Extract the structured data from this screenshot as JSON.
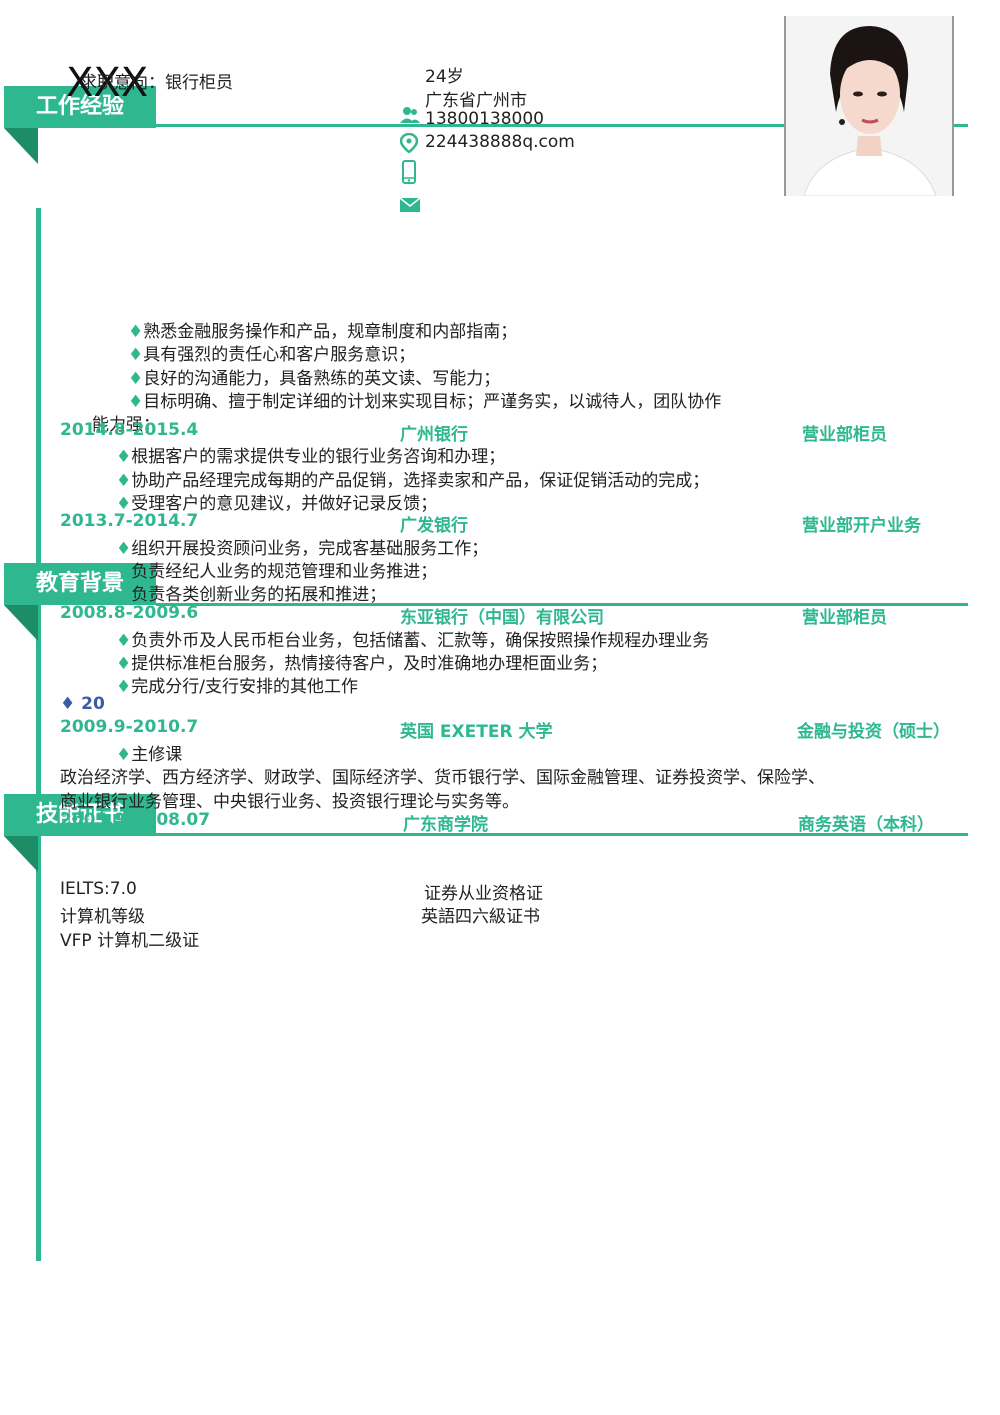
{
  "header": {
    "name": "XXX",
    "intent": "求职意向：银行柜员",
    "age": "24岁",
    "location": "广东省广州市",
    "phone": "13800138000",
    "email": "224438888q.com"
  },
  "icons": [
    "user-icon",
    "location-icon",
    "phone-icon",
    "mail-icon"
  ],
  "sections": {
    "work": "工作经验",
    "education": "教育背景",
    "skills": "技能证书"
  },
  "summary": [
    "熟悉金融服务操作和产品，规章制度和内部指南；",
    "具有强烈的责任心和客户服务意识；",
    "良好的沟通能力，具备熟练的英文读、写能力；",
    "目标明确、擅于制定详细的计划来实现目标；严谨务实，以诚待人，团队协作",
    "能力强；"
  ],
  "jobs": [
    {
      "period": "2014.8-2015.4",
      "company": "广州银行",
      "role": "营业部柜员",
      "duties": [
        "根据客户的需求提供专业的银行业务咨询和办理；",
        "协助产品经理完成每期的产品促销，选择卖家和产品，保证促销活动的完成；",
        "受理客户的意见建议，并做好记录反馈；"
      ]
    },
    {
      "period": "2013.7-2014.7",
      "company": "广发银行",
      "role": "营业部开户业务",
      "duties": [
        "组织开展投资顾问业务，完成客基础服务工作；",
        "负责经纪人业务的规范管理和业务推进；",
        "负责各类创新业务的拓展和推进；"
      ]
    },
    {
      "period": "2008.8-2009.6",
      "company": "东亚银行（中国）有限公司",
      "role": "营业部柜员",
      "duties": [
        "负责外币及人民币柜台业务，包括储蓄、汇款等，确保按照操作规程办理业务",
        "提供标准柜台服务，热情接待客户，及时准确地办理柜面业务；",
        "完成分行/支行安排的其他工作"
      ]
    }
  ],
  "edu_marker": "20",
  "education": [
    {
      "period": "2009.9-2010.7",
      "school": "英国 EXETER 大学",
      "major": "金融与投资（硕士）",
      "course_title": "主修课",
      "courses_line1": "政治经济学、西方经济学、财政学、国际经济学、货币银行学、国际金融管理、证券投资学、保险学、",
      "courses_line2": "商业银行业务管理、中央银行业务、投资银行理论与实务等。"
    },
    {
      "period": "2005.9-2008.07",
      "school": "广东商学院",
      "major": "商务英语（本科）"
    }
  ],
  "skills_left": [
    "IELTS:7.0",
    "计算机等级",
    "VFP 计算机二级证"
  ],
  "skills_right": [
    "证券从业资格证",
    "英語四六級证书"
  ],
  "colors": {
    "accent": "#2fb88f",
    "accent_dark": "#1d8d68",
    "marker": "#3b5ba8"
  }
}
